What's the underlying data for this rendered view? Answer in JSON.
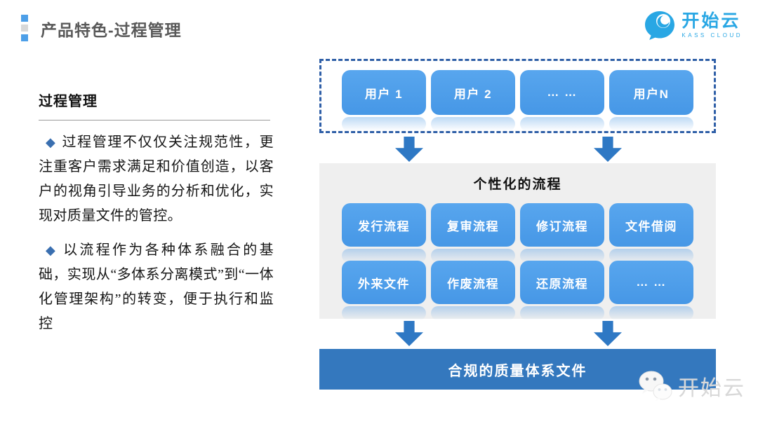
{
  "header": {
    "title": "产品特色-过程管理",
    "logo": {
      "name": "开始云",
      "subname": "KASS CLOUD"
    }
  },
  "content": {
    "subtitle": "过程管理",
    "bullet_glyph": "◆",
    "bullets": [
      {
        "text": "过程管理不仅仅关注规范性，更注重客户需求满足和价值创造，以客户的视角引导业务的分析和优化，实现对质量文件的管控。"
      },
      {
        "text": "以流程作为各种体系融合的基础，实现从“多体系分离模式”到“一体化管理架构”的转变，便于执行和监控"
      }
    ]
  },
  "diagram": {
    "users": [
      {
        "label": "用户 1"
      },
      {
        "label": "用户 2"
      },
      {
        "label": "… …"
      },
      {
        "label": "用户N"
      }
    ],
    "panel_title": "个性化的流程",
    "flows_row1": [
      {
        "label": "发行流程"
      },
      {
        "label": "复审流程"
      },
      {
        "label": "修订流程"
      },
      {
        "label": "文件借阅"
      }
    ],
    "flows_row2": [
      {
        "label": "外来文件"
      },
      {
        "label": "作废流程"
      },
      {
        "label": "还原流程"
      },
      {
        "label": "… …"
      }
    ],
    "result_banner": "合规的质量体系文件",
    "colors": {
      "node_blue": "#4d9dea",
      "arrow_blue": "#2e78c4",
      "banner_blue": "#3478be",
      "dashed_border": "#2f5fa7",
      "panel_gray": "#efefef",
      "logo_blue": "#29a7e4",
      "title_gray": "#595959",
      "diamond_blue": "#3a6fb0"
    }
  },
  "watermark": {
    "text": "开始云"
  }
}
